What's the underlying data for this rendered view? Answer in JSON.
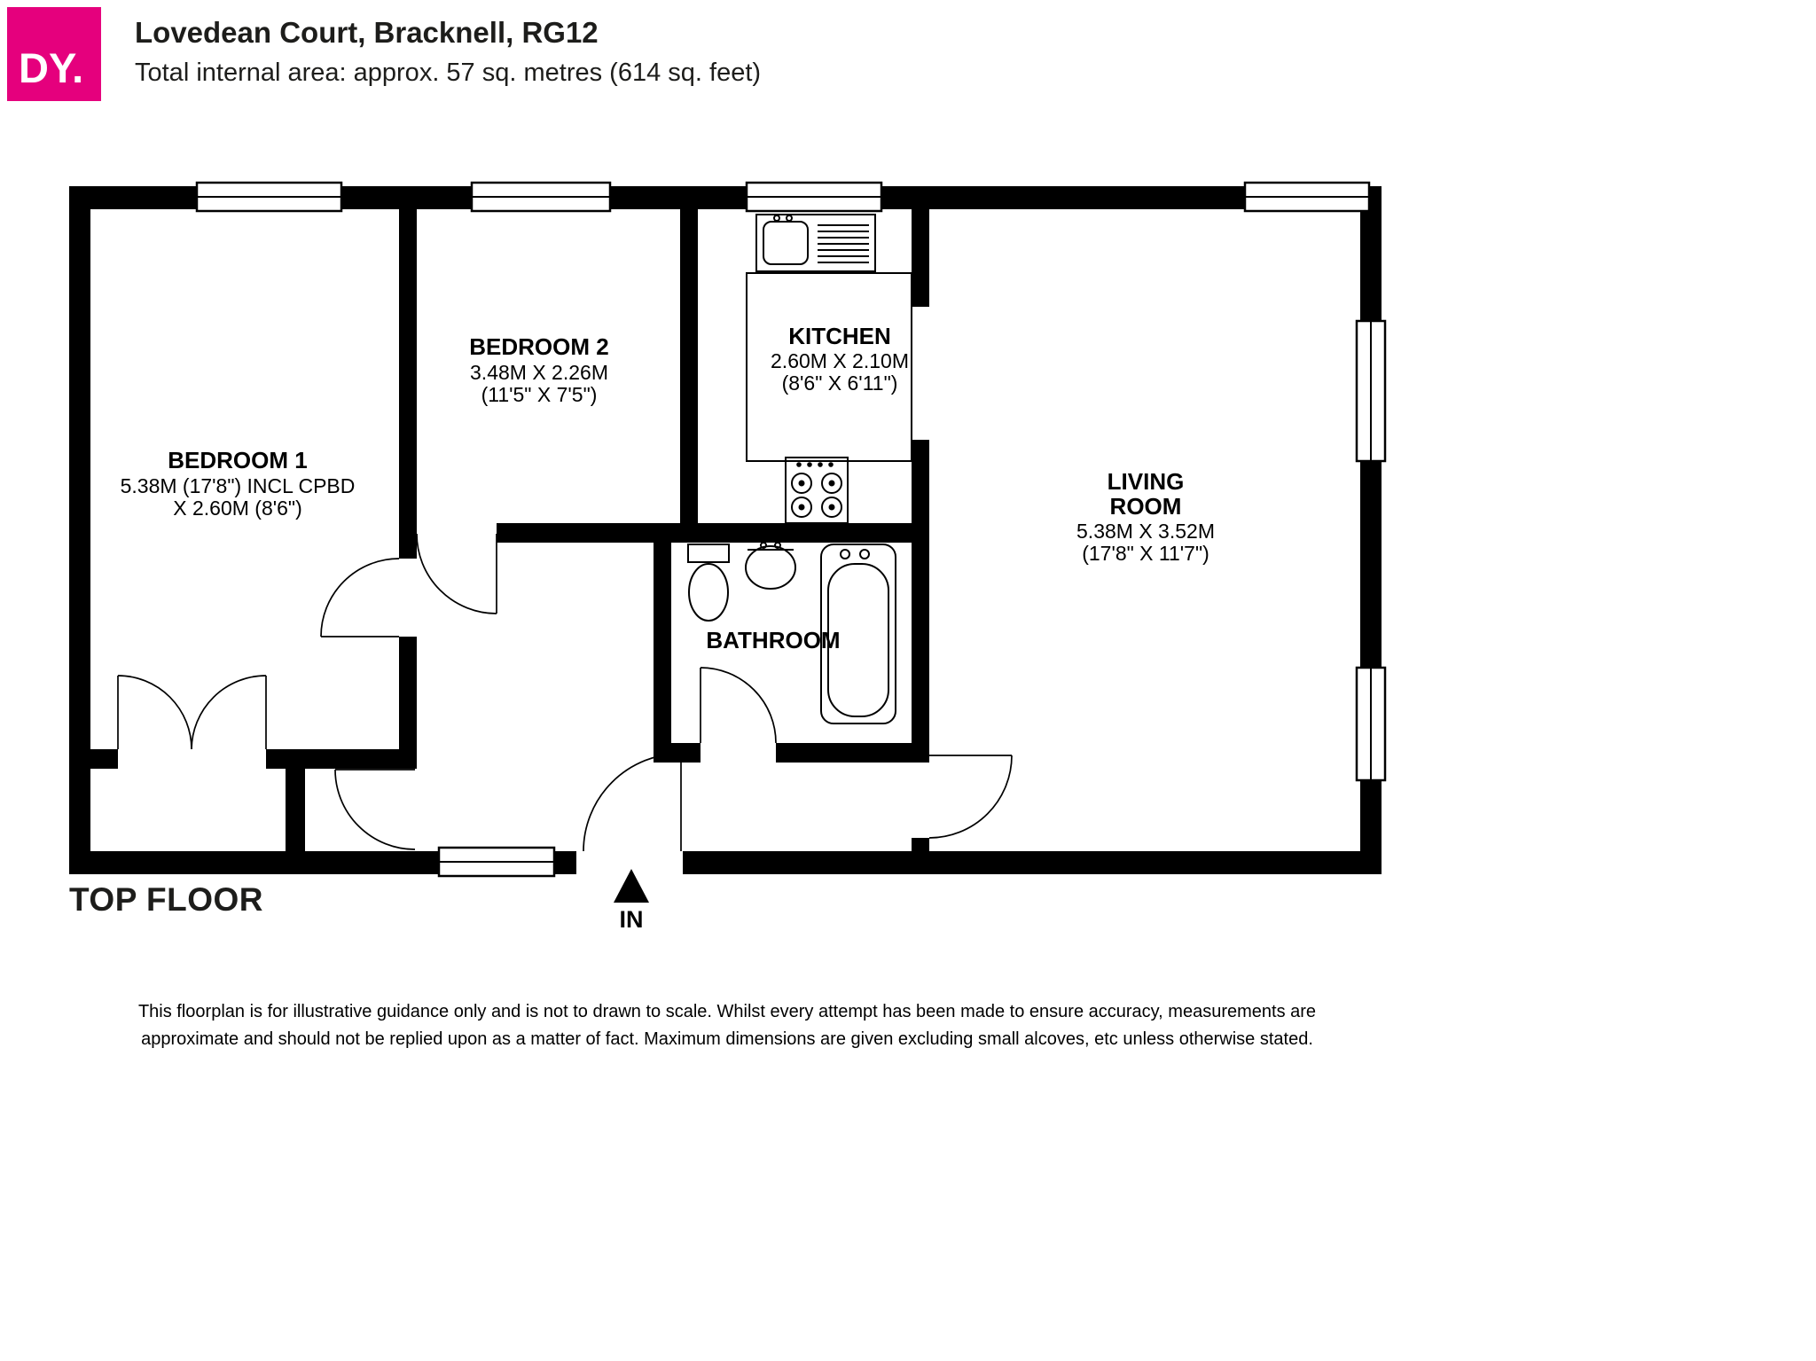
{
  "header": {
    "logo_text": "DY.",
    "title": "Lovedean Court, Bracknell, RG12",
    "subtitle": "Total internal area: approx. 57 sq. metres (614 sq. feet)"
  },
  "floorplan": {
    "floor_label": "TOP FLOOR",
    "entrance_label": "IN",
    "rooms": {
      "bedroom1": {
        "name": "BEDROOM 1",
        "dims_line1": "5.38M (17'8\") INCL CPBD",
        "dims_line2": "X 2.60M (8'6\")"
      },
      "bedroom2": {
        "name": "BEDROOM 2",
        "dims_line1": "3.48M X 2.26M",
        "dims_line2": "(11'5\" X 7'5\")"
      },
      "kitchen": {
        "name": "KITCHEN",
        "dims_line1": "2.60M X 2.10M",
        "dims_line2": "(8'6\" X 6'11\")"
      },
      "living_room": {
        "name_line1": "LIVING",
        "name_line2": "ROOM",
        "dims_line1": "5.38M X 3.52M",
        "dims_line2": "(17'8\" X 11'7\")"
      },
      "bathroom": {
        "name": "BATHROOM"
      }
    },
    "fixtures": [
      "kitchen-sink",
      "kitchen-counter",
      "hob",
      "toilet",
      "basin",
      "bathtub"
    ],
    "colors": {
      "brand_pink": "#e5007d",
      "wall_black": "#000000"
    }
  },
  "footer": {
    "disclaimer_line1": "This floorplan is for illustrative guidance only and is not to drawn to scale. Whilst every attempt has been made to ensure accuracy, measurements are",
    "disclaimer_line2": "approximate and should not be replied upon as a matter of fact. Maximum dimensions are given excluding small alcoves, etc unless otherwise stated."
  }
}
